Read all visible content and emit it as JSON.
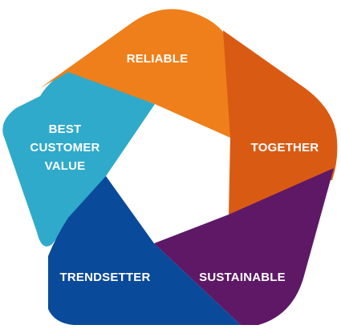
{
  "diagram": {
    "segments": [
      {
        "id": "reliable",
        "label": "RELIABLE",
        "color": "#EE7F1A"
      },
      {
        "id": "together",
        "label": "TOGETHER",
        "color": "#D95B13"
      },
      {
        "id": "sustainable",
        "label": "SUSTAINABLE",
        "color": "#5E1866"
      },
      {
        "id": "trendsetter",
        "label": "TRENDSETTER",
        "color": "#0A4A9A"
      },
      {
        "id": "best-customer-value",
        "label_lines": [
          "BEST",
          "CUSTOMER",
          "VALUE"
        ],
        "color": "#2FAACB"
      }
    ]
  }
}
